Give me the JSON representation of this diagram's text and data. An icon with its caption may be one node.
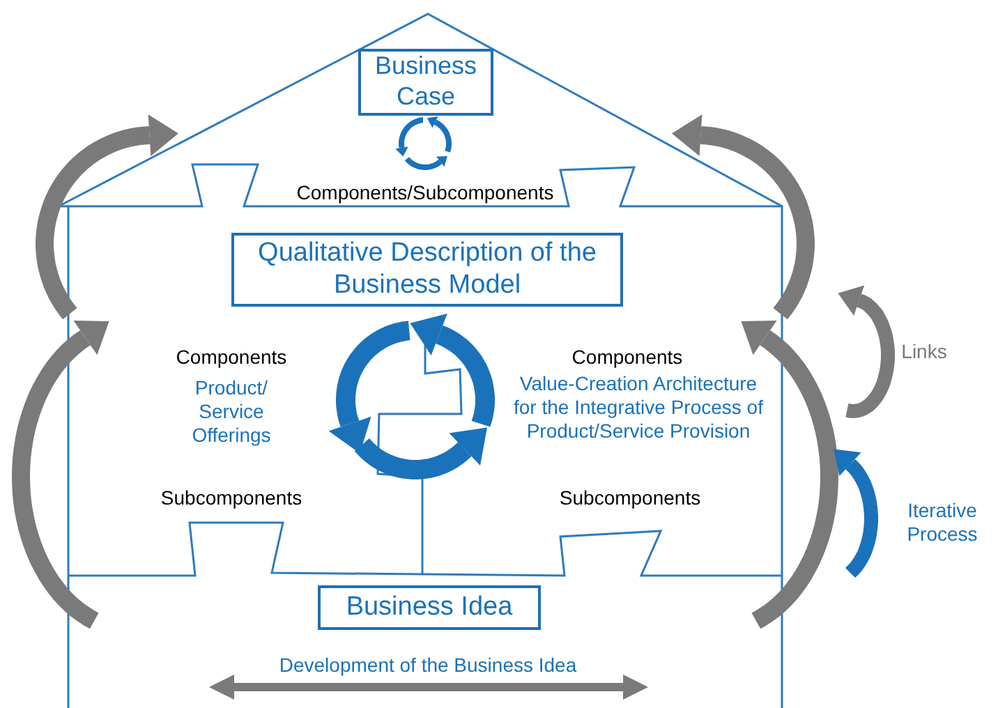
{
  "diagram": {
    "nodes": [
      {
        "text": [
          "Business Case"
        ]
      },
      {
        "text": [
          "Qualitative Description of the Business Model"
        ]
      },
      {
        "text": [
          "Business Idea"
        ]
      }
    ],
    "labels": [
      "Components/Subcomponents",
      "Components",
      "Product/ Service Offerings",
      "Components",
      "Value-Creation Architecture for the Integrative Process of Product/Service Provision",
      "Subcomponents",
      "Subcomponents",
      "Development of the Business Idea"
    ],
    "legend": [
      {
        "text": "Links"
      },
      {
        "text": "Iterative Process"
      }
    ]
  }
}
